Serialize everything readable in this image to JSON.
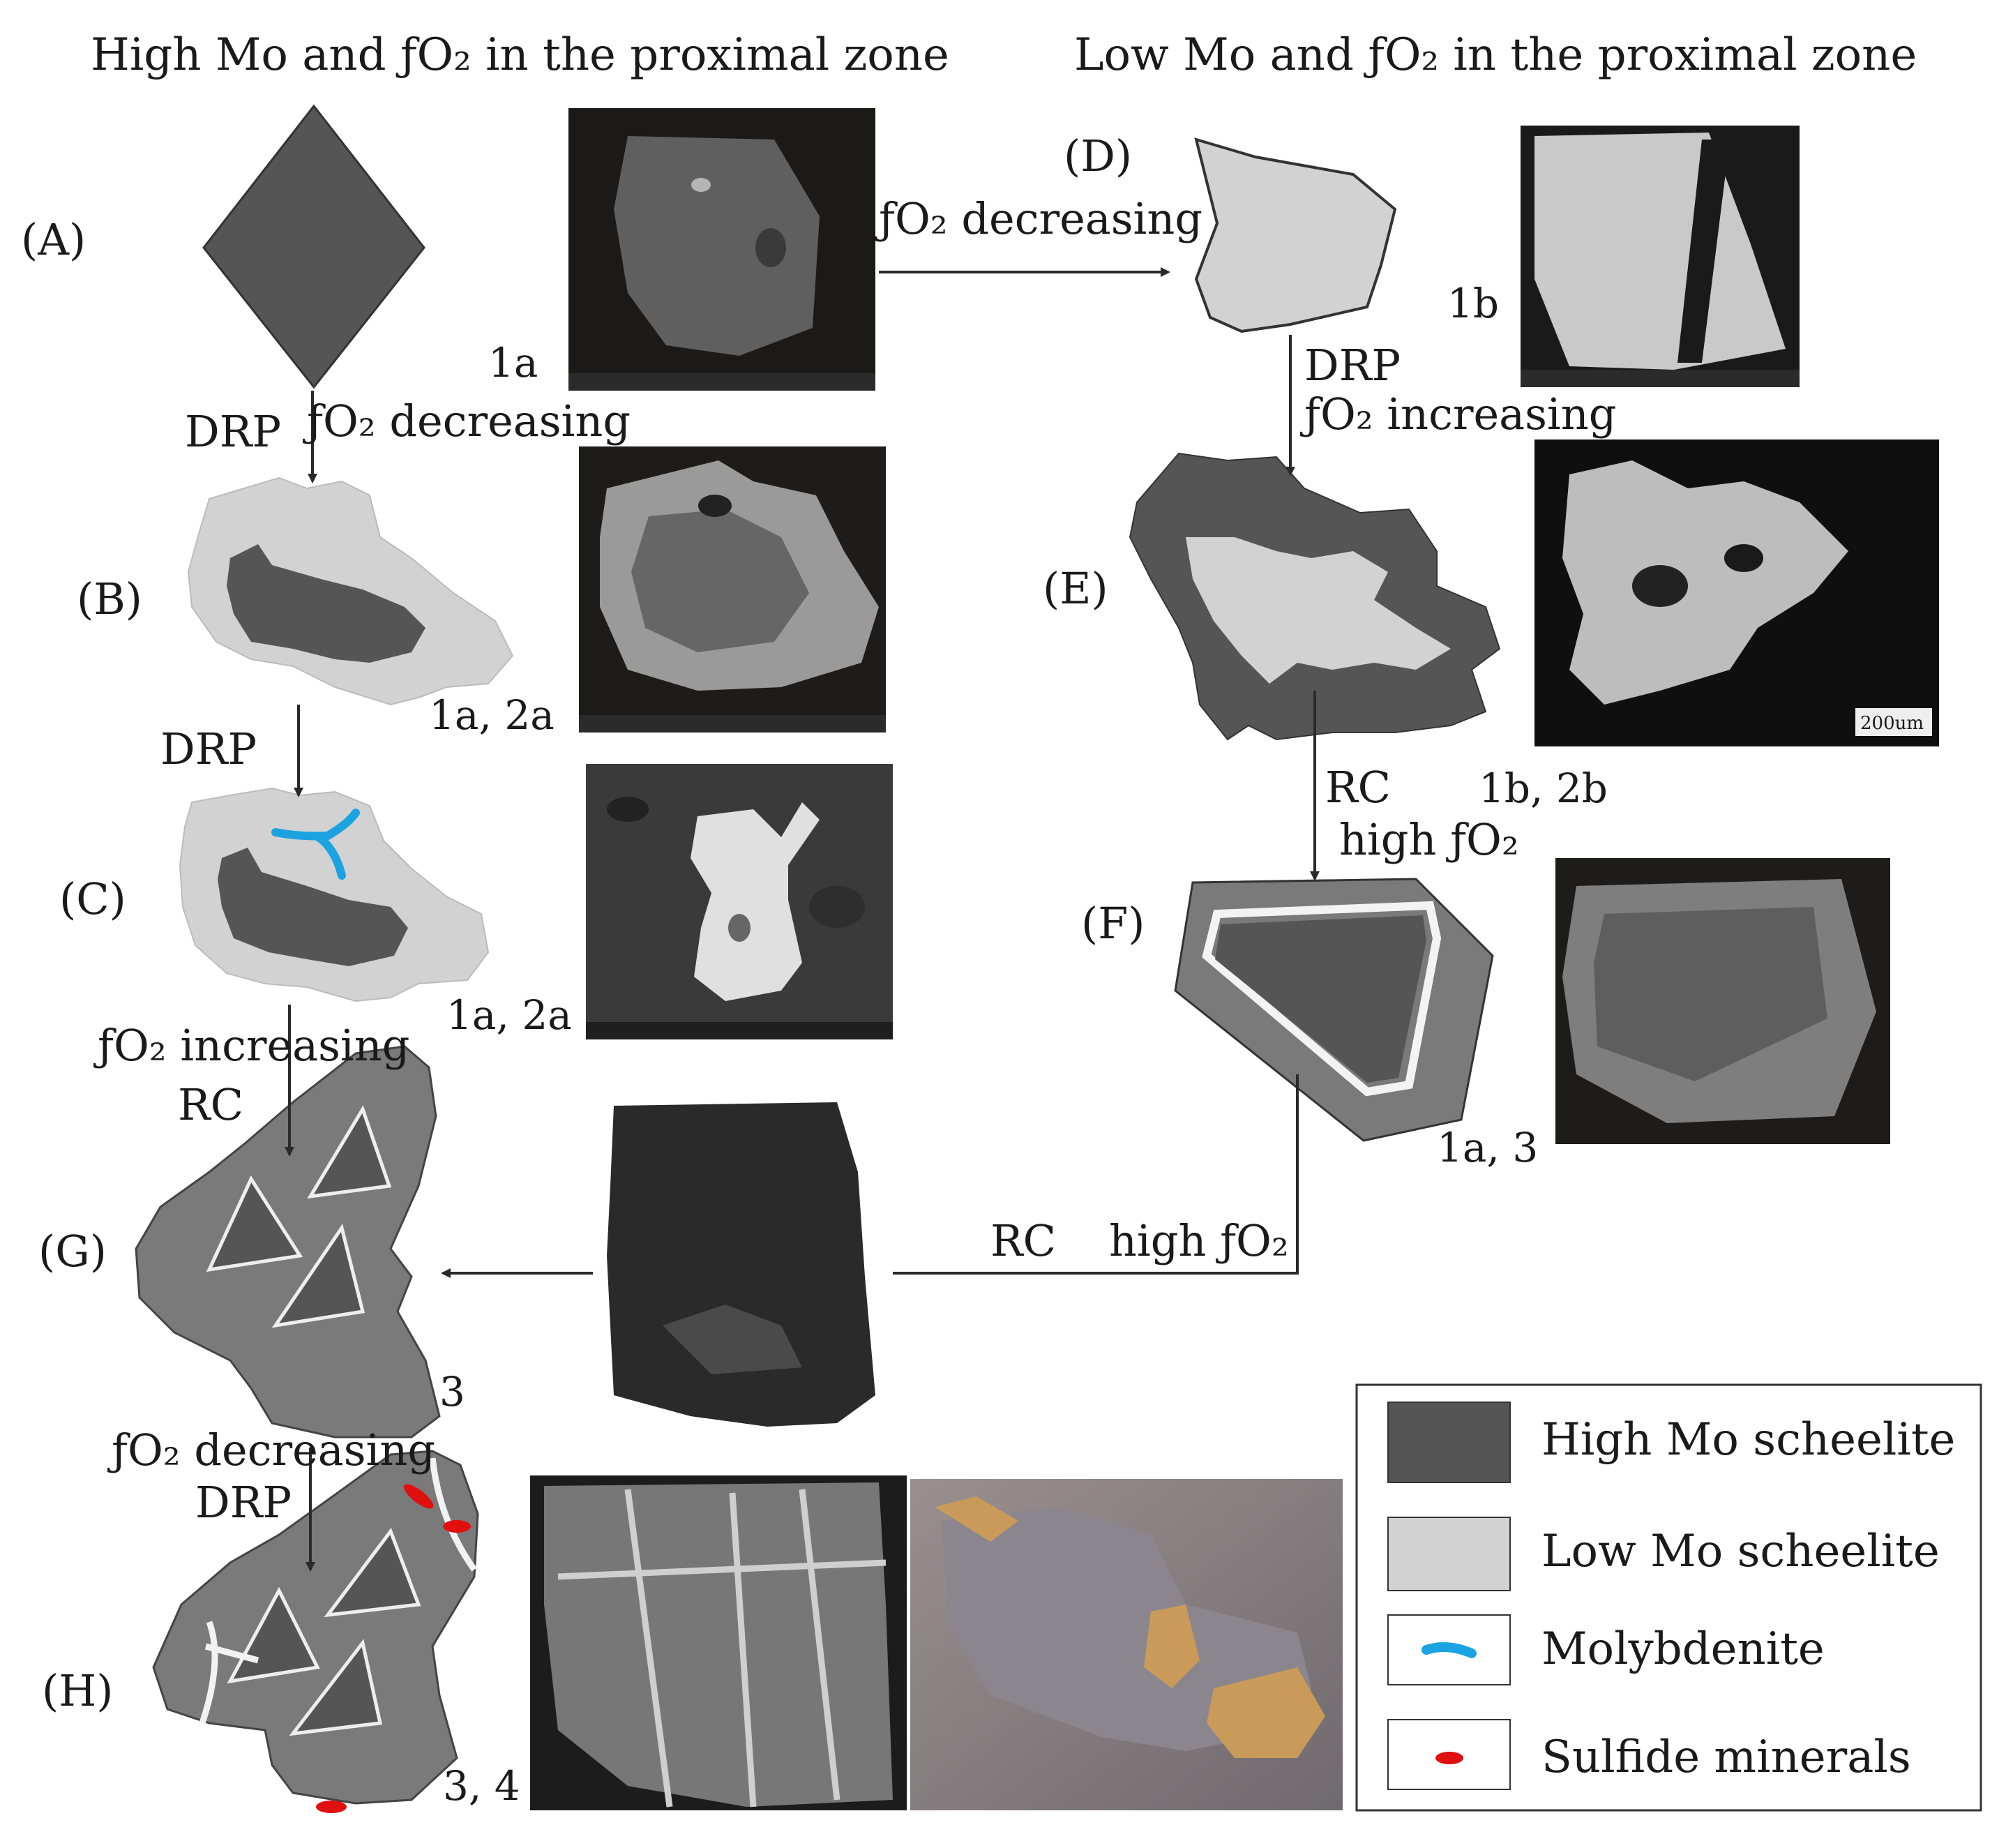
{
  "headings": {
    "left": "High Mo and ƒO₂ in the proximal zone",
    "right": "Low Mo and ƒO₂ in the proximal zone"
  },
  "stages": {
    "A": "(A)",
    "B": "(B)",
    "C": "(C)",
    "D": "(D)",
    "E": "(E)",
    "F": "(F)",
    "G": "(G)",
    "H": "(H)"
  },
  "process_labels": {
    "a_to_b_drp": "DRP",
    "a_to_b_fo2": "ƒO₂ decreasing",
    "b_to_c_drp": "DRP",
    "c_to_g_fo2": "ƒO₂ increasing",
    "c_to_g_rc": "RC",
    "g_to_h_fo2": "ƒO₂ decreasing",
    "g_to_h_drp": "DRP",
    "a_to_d_fo2": "ƒO₂ decreasing",
    "d_to_e_drp": "DRP",
    "d_to_e_fo2": "ƒO₂ increasing",
    "e_to_f_rc": "RC",
    "e_to_f_fo2": "high ƒO₂",
    "f_to_g_rc": "RC",
    "f_to_g_fo2": "high ƒO₂"
  },
  "image_captions": {
    "img1": "1a",
    "img2": "1a, 2a",
    "img3": "1a, 2a",
    "img4": "3",
    "img5": "3, 4",
    "img6": "1b",
    "img7": "1b, 2b",
    "img8": "1a, 3"
  },
  "scale_bar": "200um",
  "legend": [
    {
      "label": "High Mo scheelite",
      "swatch": "high-mo"
    },
    {
      "label": "Low Mo scheelite",
      "swatch": "low-mo"
    },
    {
      "label": "Molybdenite",
      "swatch": "molybdenite"
    },
    {
      "label": "Sulfide minerals",
      "swatch": "sulfide"
    }
  ],
  "colors": {
    "high_mo": "#555555",
    "low_mo": "#d2d2d2",
    "rim": "#7a7a7a",
    "molybdenite": "#1aa3e0",
    "sulfide": "#e01010",
    "arrow": "#2a2a2a",
    "micro_bg": "#1c1a18"
  }
}
